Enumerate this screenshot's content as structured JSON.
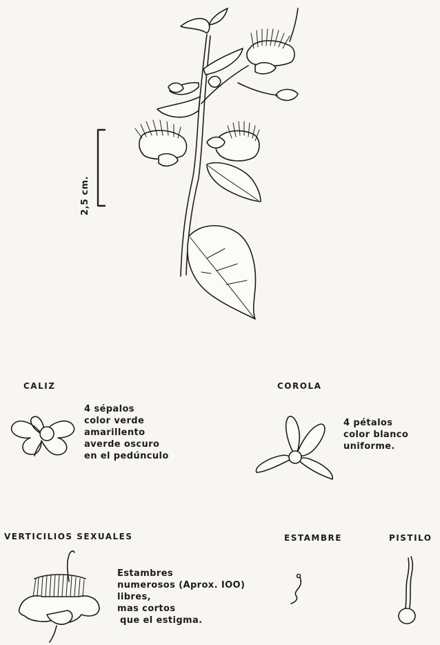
{
  "scale": {
    "label": "2,5 cm."
  },
  "sections": {
    "caliz": {
      "title": "CALIZ",
      "description": [
        "4 sépalos",
        "color verde",
        "amarillento",
        "averde oscuro",
        "en el pedúnculo"
      ]
    },
    "corola": {
      "title": "COROLA",
      "description": [
        "4 pétalos",
        "color blanco",
        "uniforme."
      ]
    },
    "verticilios": {
      "title": "VERTICILIOS SEXUALES",
      "description": [
        "Estambres",
        "numerosos (Aprox. IOO)",
        "libres,",
        "mas cortos",
        "que el estigma."
      ]
    },
    "estambre": {
      "title": "ESTAMBRE"
    },
    "pistilo": {
      "title": "PISTILO"
    }
  }
}
